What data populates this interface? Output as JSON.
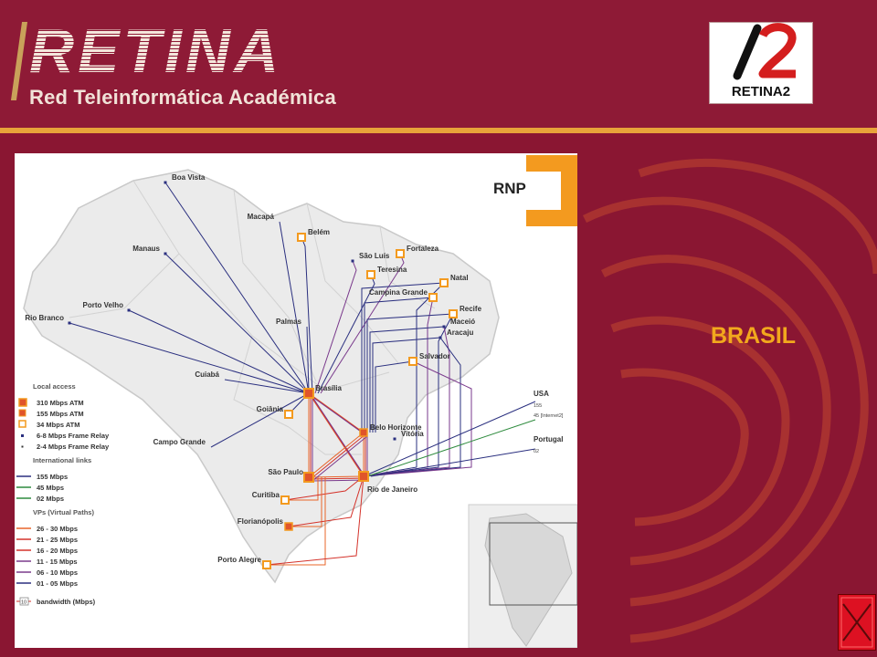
{
  "logo": {
    "wordmark": "RETINA",
    "tagline": "Red Teleinformática Académica"
  },
  "partner_logo": {
    "label": "RETINA2"
  },
  "page_title": "BRASIL",
  "map": {
    "provider": "RNP",
    "cities": [
      {
        "name": "Boa Vista"
      },
      {
        "name": "Macapá"
      },
      {
        "name": "Belém"
      },
      {
        "name": "Manaus"
      },
      {
        "name": "São Luís"
      },
      {
        "name": "Fortaleza"
      },
      {
        "name": "Teresina"
      },
      {
        "name": "Natal"
      },
      {
        "name": "Campina Grande"
      },
      {
        "name": "Porto Velho"
      },
      {
        "name": "Recife"
      },
      {
        "name": "Maceió"
      },
      {
        "name": "Rio Branco"
      },
      {
        "name": "Palmas"
      },
      {
        "name": "Aracaju"
      },
      {
        "name": "Salvador"
      },
      {
        "name": "Cuiabá"
      },
      {
        "name": "Brasília"
      },
      {
        "name": "Goiânia"
      },
      {
        "name": "Belo Horizonte"
      },
      {
        "name": "Campo Grande"
      },
      {
        "name": "Vitória"
      },
      {
        "name": "São Paulo"
      },
      {
        "name": "Rio de Janeiro"
      },
      {
        "name": "Curitiba"
      },
      {
        "name": "Florianópolis"
      },
      {
        "name": "Porto Alegre"
      }
    ],
    "international": [
      {
        "name": "USA",
        "links": [
          "155",
          "45 [Internet2]"
        ]
      },
      {
        "name": "Portugal",
        "links": [
          "02"
        ]
      }
    ],
    "legend": {
      "local_title": "Local access",
      "local_items": [
        "310 Mbps ATM",
        "155 Mbps ATM",
        "34 Mbps ATM",
        "6-8 Mbps Frame Relay",
        "2-4 Mbps Frame Relay"
      ],
      "intl_title": "International links",
      "intl_items": [
        "155 Mbps",
        "45 Mbps",
        "02 Mbps"
      ],
      "vp_title": "VPs (Virtual Paths)",
      "vp_items": [
        "26 - 30 Mbps",
        "21 - 25 Mbps",
        "16 - 20 Mbps",
        "11 - 15 Mbps",
        "06 - 10 Mbps",
        "01 - 05 Mbps"
      ],
      "bandwidth_label": "bandwidth (Mbps)",
      "bandwidth_sample": "10"
    },
    "colors": {
      "navy": "#2a2f7f",
      "purple": "#7a3a8c",
      "orange": "#e8642a",
      "red": "#d4322a",
      "green": "#2e8b3e",
      "node_orange": "#f39a1f",
      "node_red": "#e0542a",
      "land": "#e8e8e8",
      "border": "#c9c9c9"
    }
  }
}
